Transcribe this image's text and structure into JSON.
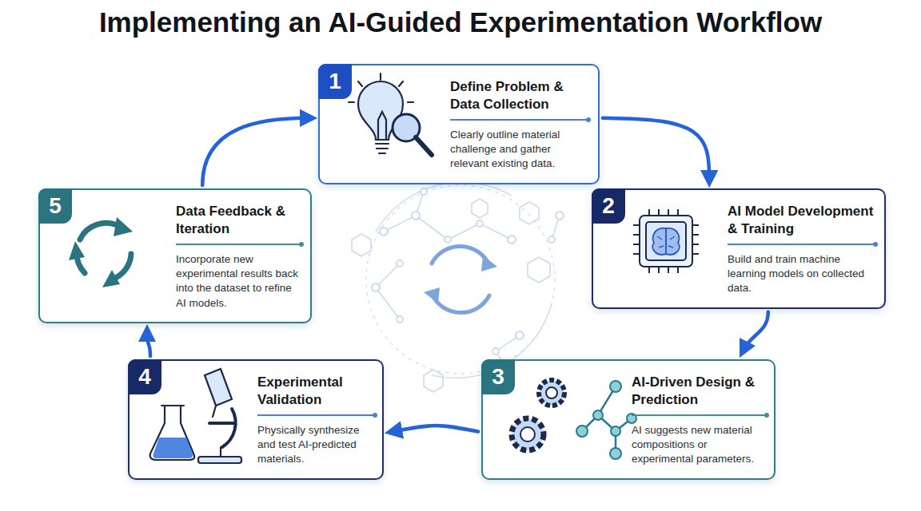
{
  "diagram": {
    "title": "Implementing an AI-Guided Experimentation Workflow",
    "nodes": [
      {
        "text": [
          "1",
          "Define Problem & Data Collection",
          "Clearly outline material challenge and gather relevant existing data."
        ]
      },
      {
        "text": [
          "2",
          "AI Model Development & Training",
          "Build and train machine learning models on collected data."
        ]
      },
      {
        "text": [
          "3",
          "AI-Driven Design & Prediction",
          "AI suggests new material compositions or experimental parameters."
        ]
      },
      {
        "text": [
          "4",
          "Experimental Validation",
          "Physically synthesize and test AI-predicted materials."
        ]
      },
      {
        "text": [
          "5",
          "Data Feedback & Iteration",
          "Incorporate new experimental results back into the dataset to refine AI models."
        ]
      }
    ],
    "edges": [
      {
        "from": 0,
        "to": 1,
        "arrow": "to"
      },
      {
        "from": 1,
        "to": 2,
        "arrow": "to"
      },
      {
        "from": 2,
        "to": 3,
        "arrow": "to"
      },
      {
        "from": 3,
        "to": 4,
        "arrow": "to"
      },
      {
        "from": 4,
        "to": 0,
        "arrow": "to"
      }
    ]
  }
}
